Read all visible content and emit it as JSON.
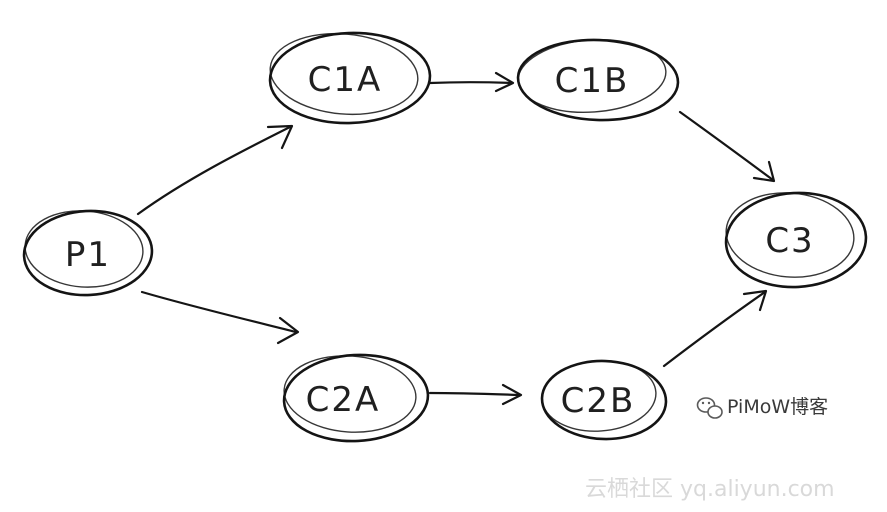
{
  "nodes": {
    "p1": {
      "label": "P1"
    },
    "c1a": {
      "label": "C1A"
    },
    "c1b": {
      "label": "C1B"
    },
    "c2a": {
      "label": "C2A"
    },
    "c2b": {
      "label": "C2B"
    },
    "c3": {
      "label": "C3"
    }
  },
  "edges": [
    {
      "from": "P1",
      "to": "C1A"
    },
    {
      "from": "P1",
      "to": "C2A"
    },
    {
      "from": "C1A",
      "to": "C1B"
    },
    {
      "from": "C2A",
      "to": "C2B"
    },
    {
      "from": "C1B",
      "to": "C3"
    },
    {
      "from": "C2B",
      "to": "C3"
    }
  ],
  "watermarks": {
    "blog": "PiMoW博客",
    "site": "云栖社区 yq.aliyun.com"
  },
  "icons": {
    "blog_icon": "wechat-icon"
  },
  "colors": {
    "ink": "#141414",
    "watermark_light": "#d9d9d9"
  }
}
